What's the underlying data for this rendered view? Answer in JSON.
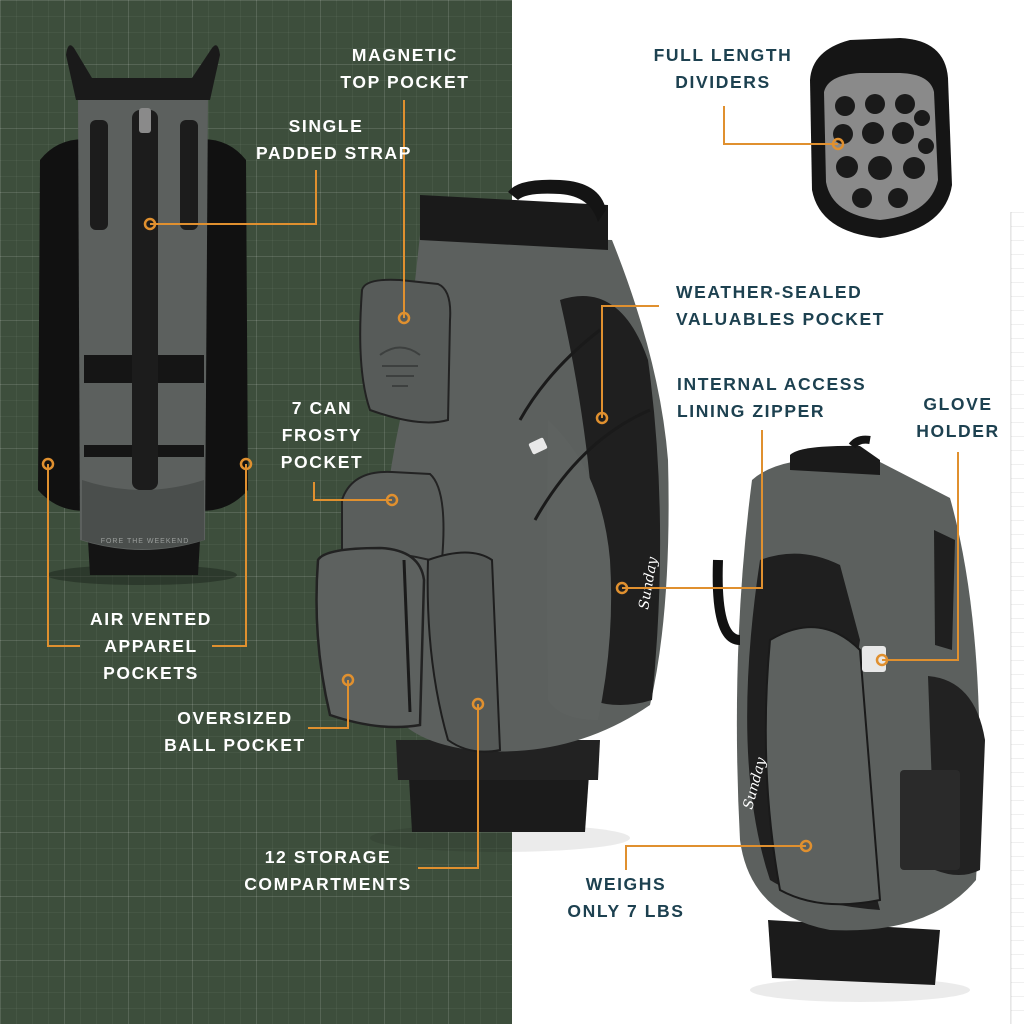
{
  "accent_color": "#e0902f",
  "background": {
    "left_panel": "#3d4e3c",
    "right_panel": "#ffffff"
  },
  "bag_color": "#5c605e",
  "product_text": {
    "bottom_band": "FORE THE WEEKEND",
    "brand_script": "Sunday"
  },
  "callouts": {
    "magnetic_top_pocket": [
      "MAGNETIC",
      "TOP POCKET"
    ],
    "single_padded_strap": [
      "SINGLE",
      "PADDED STRAP"
    ],
    "seven_can_frosty_pocket": [
      "7 CAN",
      "FROSTY",
      "POCKET"
    ],
    "air_vented_apparel_pockets": [
      "AIR VENTED",
      "APPAREL",
      "POCKETS"
    ],
    "oversized_ball_pocket": [
      "OVERSIZED",
      "BALL POCKET"
    ],
    "twelve_storage_compartments": [
      "12 STORAGE",
      "COMPARTMENTS"
    ],
    "full_length_dividers": [
      "FULL LENGTH",
      "DIVIDERS"
    ],
    "weather_sealed_valuables_pocket": [
      "WEATHER-SEALED",
      "VALUABLES POCKET"
    ],
    "internal_access_lining_zipper": [
      "INTERNAL ACCESS",
      "LINING ZIPPER"
    ],
    "glove_holder": [
      "GLOVE",
      "HOLDER"
    ],
    "weighs_only": [
      "WEIGHS",
      "ONLY 7 LBS"
    ]
  }
}
